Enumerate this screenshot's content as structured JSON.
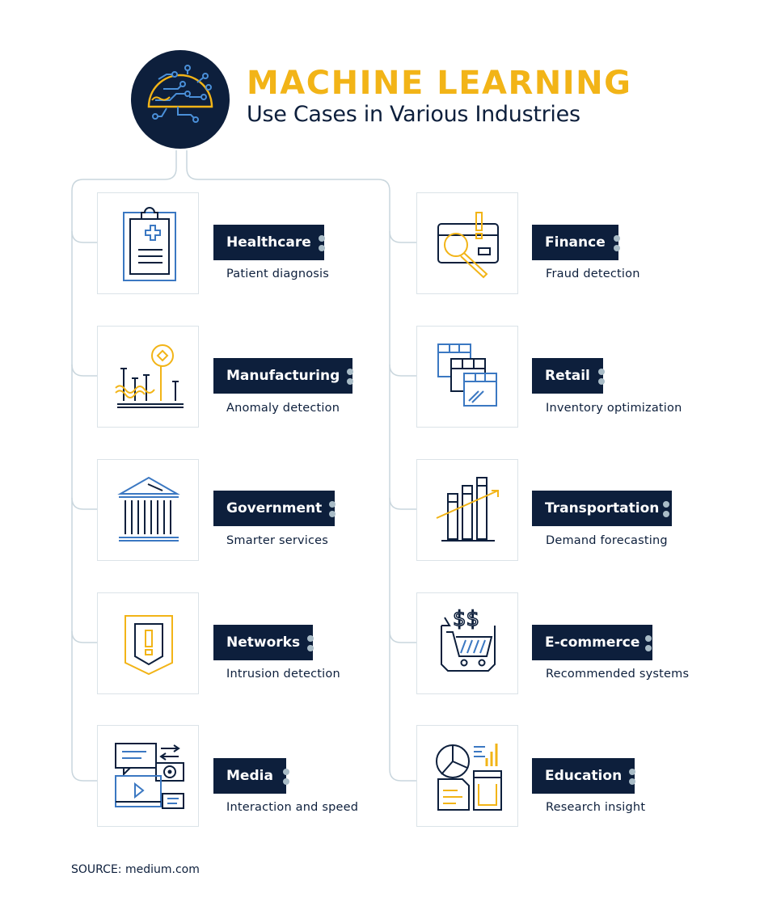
{
  "header": {
    "title": "MACHINE LEARNING",
    "subtitle": "Use Cases in Various Industries"
  },
  "colors": {
    "navy": "#0d1f3c",
    "gold": "#f2b417",
    "blue": "#3b78c2",
    "connector": "#c9d6dd"
  },
  "left_column": [
    {
      "industry": "Healthcare",
      "use_case": "Patient diagnosis",
      "icon": "clipboard-medical-icon"
    },
    {
      "industry": "Manufacturing",
      "use_case": "Anomaly detection",
      "icon": "signal-waveform-icon"
    },
    {
      "industry": "Government",
      "use_case": "Smarter services",
      "icon": "government-building-icon"
    },
    {
      "industry": "Networks",
      "use_case": "Intrusion detection",
      "icon": "shield-alert-icon"
    },
    {
      "industry": "Media",
      "use_case": "Interaction and speed",
      "icon": "media-devices-icon"
    }
  ],
  "right_column": [
    {
      "industry": "Finance",
      "use_case": "Fraud detection",
      "icon": "card-magnifier-icon"
    },
    {
      "industry": "Retail",
      "use_case": "Inventory optimization",
      "icon": "boxes-icon"
    },
    {
      "industry": "Transportation",
      "use_case": "Demand forecasting",
      "icon": "bar-chart-trend-icon"
    },
    {
      "industry": "E-commerce",
      "use_case": "Recommended systems",
      "icon": "shopping-cart-icon"
    },
    {
      "industry": "Education",
      "use_case": "Research insight",
      "icon": "pie-chart-documents-icon"
    }
  ],
  "footer": {
    "source": "SOURCE: medium.com"
  }
}
